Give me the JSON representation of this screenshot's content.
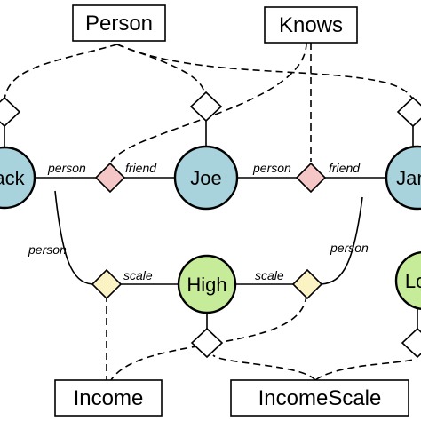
{
  "boxes": {
    "person": "Person",
    "knows": "Knows",
    "income": "Income",
    "income_scale": "IncomeScale"
  },
  "nodes": {
    "jack": "Jack",
    "joe": "Joe",
    "jane": "Jane",
    "high": "High",
    "low": "Low"
  },
  "edge_labels": {
    "person": "person",
    "friend": "friend",
    "scale": "scale"
  },
  "colors": {
    "person_node_fill": "#a9d3dc",
    "income_node_fill": "#c6eb99",
    "knows_connector_fill": "#f5c6c6",
    "income_connector_fill": "#fbf3c4",
    "type_connector_fill": "#ffffff",
    "line": "#000000"
  }
}
